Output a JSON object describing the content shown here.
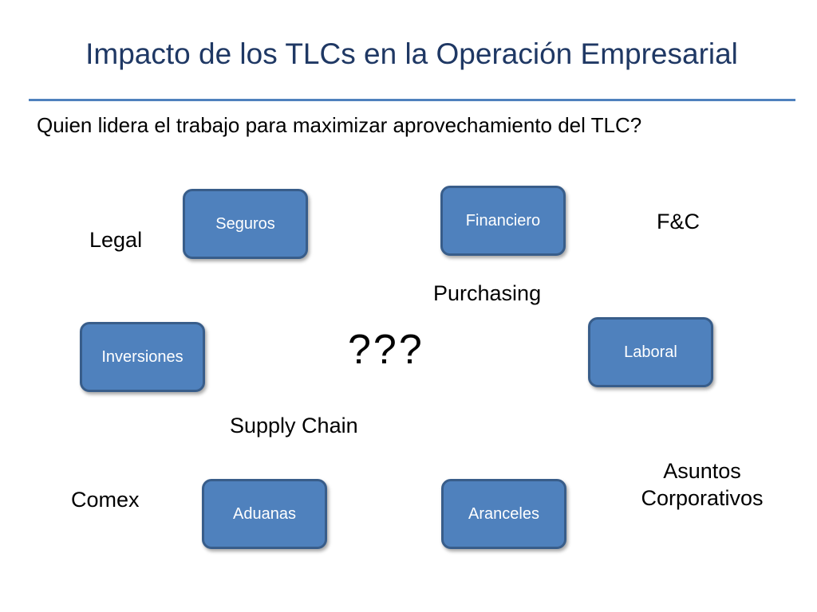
{
  "slide": {
    "title": "Impacto de los TLCs en la Operación Empresarial",
    "subtitle": "Quien lidera el trabajo para maximizar aprovechamiento del TLC?",
    "center_text": "???"
  },
  "boxes": {
    "seguros": "Seguros",
    "financiero": "Financiero",
    "inversiones": "Inversiones",
    "laboral": "Laboral",
    "aduanas": "Aduanas",
    "aranceles": "Aranceles"
  },
  "labels": {
    "legal": "Legal",
    "fc": "F&C",
    "purchasing": "Purchasing",
    "supply_chain": "Supply Chain",
    "comex": "Comex",
    "asuntos_line1": "Asuntos",
    "asuntos_line2": "Corporativos"
  },
  "colors": {
    "box_fill": "#4f81bd",
    "box_border": "#385d8a",
    "title_rule": "#4f81bd"
  }
}
